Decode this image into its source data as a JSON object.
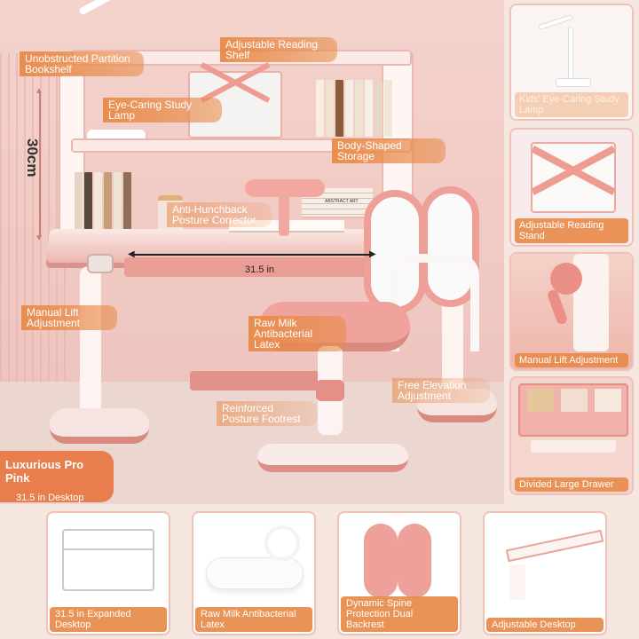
{
  "main": {
    "dimension_height": "30cm",
    "dimension_width": "31.5 in",
    "labels": {
      "bookshelf": "Unobstructed Partition Bookshelf",
      "reading_shelf": "Adjustable Reading Shelf",
      "lamp": "Eye-Caring Study Lamp",
      "storage": "Body-Shaped Storage",
      "posture": "Anti-Hunchback Posture Corrector",
      "lift": "Manual Lift Adjustment",
      "latex": "Raw Milk Antibacterial Latex",
      "elevation": "Free Elevation Adjustment",
      "footrest": "Reinforced Posture Footrest"
    },
    "badge": {
      "title": "Luxurious Pro Pink",
      "subtitle": "31.5 in Desktop"
    },
    "shelf_book_titles": [
      "ABSTRACT ART"
    ]
  },
  "side_features": [
    {
      "caption": "Kids' Eye-Caring Study Lamp",
      "faint": true
    },
    {
      "caption": "Adjustable Reading Stand",
      "faint": false
    },
    {
      "caption": "Manual Lift Adjustment",
      "faint": false
    },
    {
      "caption": "Divided Large Drawer",
      "faint": false
    }
  ],
  "bottom_features": [
    {
      "caption": "31.5 in Expanded Desktop"
    },
    {
      "caption": "Raw Milk Antibacterial Latex"
    },
    {
      "caption": "Dynamic Spine Protection Dual Backrest"
    },
    {
      "caption": "Adjustable Desktop"
    }
  ],
  "colors": {
    "accent_orange": "#e87e4d",
    "pink": "#f0a39c",
    "deep_pink": "#d98a81",
    "cream": "#fdf3f0"
  }
}
